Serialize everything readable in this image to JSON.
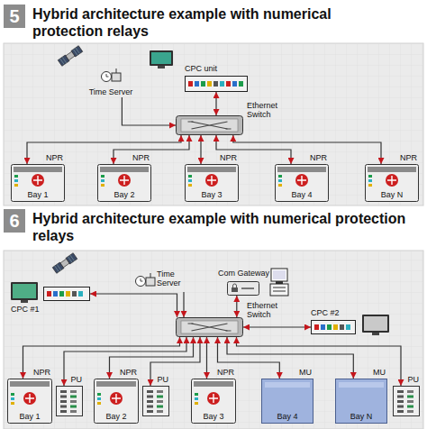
{
  "diagram": {
    "nodes": [
      {
        "text": [
          "Time Server"
        ]
      },
      {
        "text": [
          "CPC unit"
        ]
      },
      {
        "text": [
          "Ethernet Switch"
        ]
      },
      {
        "text": [
          "NPR",
          "Bay 1"
        ]
      },
      {
        "text": [
          "NPR",
          "Bay 2"
        ]
      },
      {
        "text": [
          "NPR",
          "Bay 3"
        ]
      },
      {
        "text": [
          "NPR",
          "Bay 4"
        ]
      },
      {
        "text": [
          "NPR",
          "Bay N"
        ]
      },
      {
        "text": [
          "CPC #1"
        ]
      },
      {
        "text": [
          "Time Server"
        ]
      },
      {
        "text": [
          "Com Gateway"
        ]
      },
      {
        "text": [
          "CPC #2"
        ]
      },
      {
        "text": [
          "Ethernet Switch"
        ]
      },
      {
        "text": [
          "NPR",
          "Bay 1"
        ]
      },
      {
        "text": [
          "PU"
        ]
      },
      {
        "text": [
          "NPR",
          "Bay 2"
        ]
      },
      {
        "text": [
          "PU"
        ]
      },
      {
        "text": [
          "NPR",
          "Bay 3"
        ]
      },
      {
        "text": [
          "MU",
          "Bay 4"
        ]
      },
      {
        "text": [
          "MU",
          "Bay N"
        ]
      },
      {
        "text": [
          "PU"
        ]
      }
    ],
    "edges": [
      {
        "from": 0,
        "to": 2,
        "arrow": "to"
      },
      {
        "from": 1,
        "to": 2,
        "arrow": "both"
      },
      {
        "from": 2,
        "to": 3,
        "arrow": "both"
      },
      {
        "from": 2,
        "to": 4,
        "arrow": "both"
      },
      {
        "from": 2,
        "to": 5,
        "arrow": "both"
      },
      {
        "from": 2,
        "to": 6,
        "arrow": "both"
      },
      {
        "from": 2,
        "to": 7,
        "arrow": "both"
      },
      {
        "from": 8,
        "to": 12,
        "arrow": "both"
      },
      {
        "from": 9,
        "to": 12,
        "arrow": "to"
      },
      {
        "from": 10,
        "to": 12,
        "arrow": "both"
      },
      {
        "from": 11,
        "to": 12,
        "arrow": "both"
      },
      {
        "from": 12,
        "to": 13,
        "arrow": "both"
      },
      {
        "from": 12,
        "to": 14,
        "arrow": "both"
      },
      {
        "from": 12,
        "to": 15,
        "arrow": "both"
      },
      {
        "from": 12,
        "to": 16,
        "arrow": "both"
      },
      {
        "from": 12,
        "to": 17,
        "arrow": "both"
      },
      {
        "from": 12,
        "to": 18,
        "arrow": "both"
      },
      {
        "from": 12,
        "to": 19,
        "arrow": "both"
      },
      {
        "from": 12,
        "to": 20,
        "arrow": "both"
      }
    ],
    "labels": [
      "5",
      "Hybrid architecture example with numerical protection relays",
      "6",
      "Hybrid architecture example with numerical protection relays"
    ]
  }
}
